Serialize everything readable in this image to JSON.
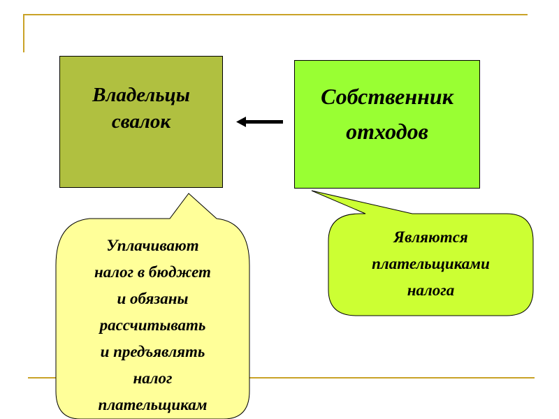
{
  "left_box": {
    "lines": [
      "Владельцы",
      "свалок"
    ],
    "color": "#b0c040"
  },
  "right_box": {
    "lines": [
      "Собственник",
      "отходов"
    ],
    "color": "#99ff33"
  },
  "left_callout": {
    "lines": [
      "Уплачивают",
      "налог в бюджет",
      "и обязаны",
      "рассчитывать",
      "и предъявлять",
      "налог",
      "плательщикам"
    ],
    "color": "#ffff99"
  },
  "right_callout": {
    "lines": [
      "Являются",
      "плательщиками",
      "налога"
    ],
    "color": "#ccff33"
  },
  "accent_color": "#c9a227"
}
